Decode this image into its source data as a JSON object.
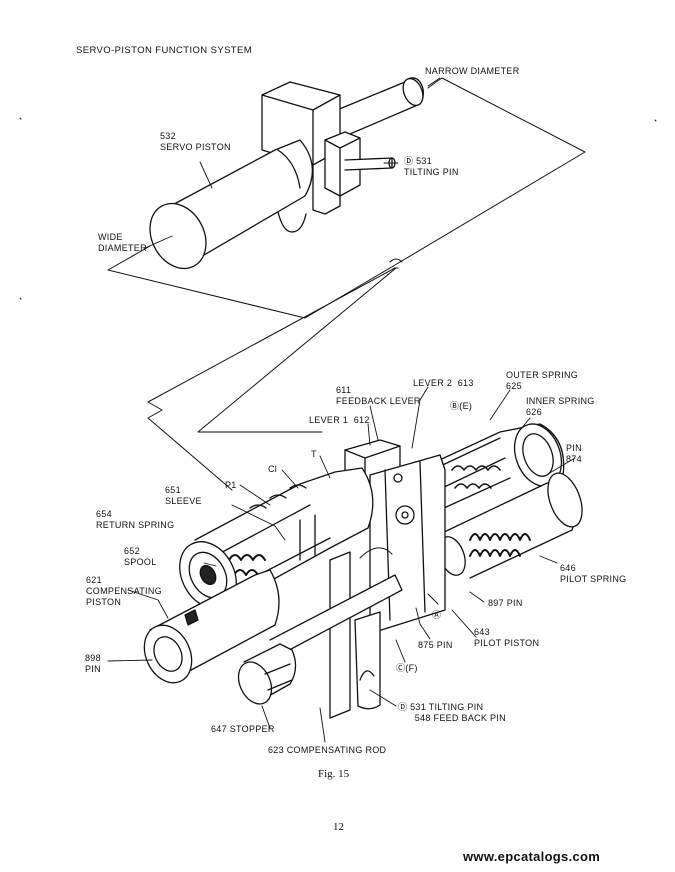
{
  "header": "SERVO-PISTON FUNCTION SYSTEM",
  "labels": {
    "narrow_diameter": "NARROW DIAMETER",
    "servo_piston": "532\nSERVO PISTON",
    "tilting_pin_top": "Ⓓ 531\nTILTING PIN",
    "wide_diameter": "WIDE\nDIAMETER",
    "lever2": "LEVER 2  613",
    "outer_spring": "OUTER SPRING\n625",
    "feedback_lever": "611\nFEEDBACK LEVER",
    "b_e": "Ⓑ(E)",
    "inner_spring": "INNER SPRING\n626",
    "lever1": "LEVER 1  612",
    "pin874": "PIN\n874",
    "t": "T",
    "ci": "Cl",
    "p1": "P1",
    "sleeve": "651\nSLEEVE",
    "return_spring": "654\nRETURN SPRING",
    "spool": "652\nSPOOL",
    "pilot_spring": "646\nPILOT SPRING",
    "compensating_piston": "621\nCOMPENSATING\nPISTON",
    "pin897": "897 PIN",
    "a": "Ⓐ",
    "pilot_piston": "643\nPILOT PISTON",
    "pin875": "875 PIN",
    "pin898": "898\nPIN",
    "c_f": "Ⓒ(F)",
    "tilting_feedback": "Ⓓ 531 TILTING PIN\n      548 FEED BACK PIN",
    "stopper": "647 STOPPER",
    "compensating_rod": "623 COMPENSATING ROD"
  },
  "caption": "Fig. 15",
  "page_number": "12",
  "watermark": "www.epcatalogs.com"
}
